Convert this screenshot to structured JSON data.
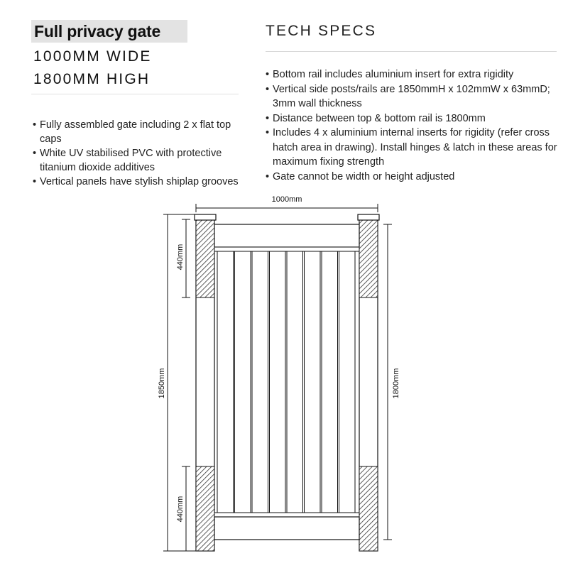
{
  "header": {
    "title": "Full privacy gate",
    "width_line": "1000MM WIDE",
    "height_line": "1800MM HIGH"
  },
  "features": [
    "Fully assembled gate including 2 x flat top caps",
    "White UV stabilised PVC with protective titanium dioxide additives",
    "Vertical panels have stylish shiplap grooves"
  ],
  "tech_specs": {
    "title": "TECH SPECS",
    "items": [
      "Bottom rail includes aluminium insert for extra rigidity",
      "Vertical side posts/rails are 1850mmH x 102mmW x 63mmD; 3mm wall thickness",
      "Distance between top & bottom rail is 1800mm",
      "Includes 4 x aluminium internal inserts for rigidity (refer cross hatch area in drawing). Install hinges & latch in these areas for maximum fixing strength",
      "Gate cannot be width or height adjusted"
    ]
  },
  "drawing": {
    "width_label": "1000mm",
    "overall_height_label": "1850mm",
    "rail_distance_label": "1800mm",
    "top_insert_label": "440mm",
    "bottom_insert_label": "440mm",
    "panel_count": 8
  }
}
